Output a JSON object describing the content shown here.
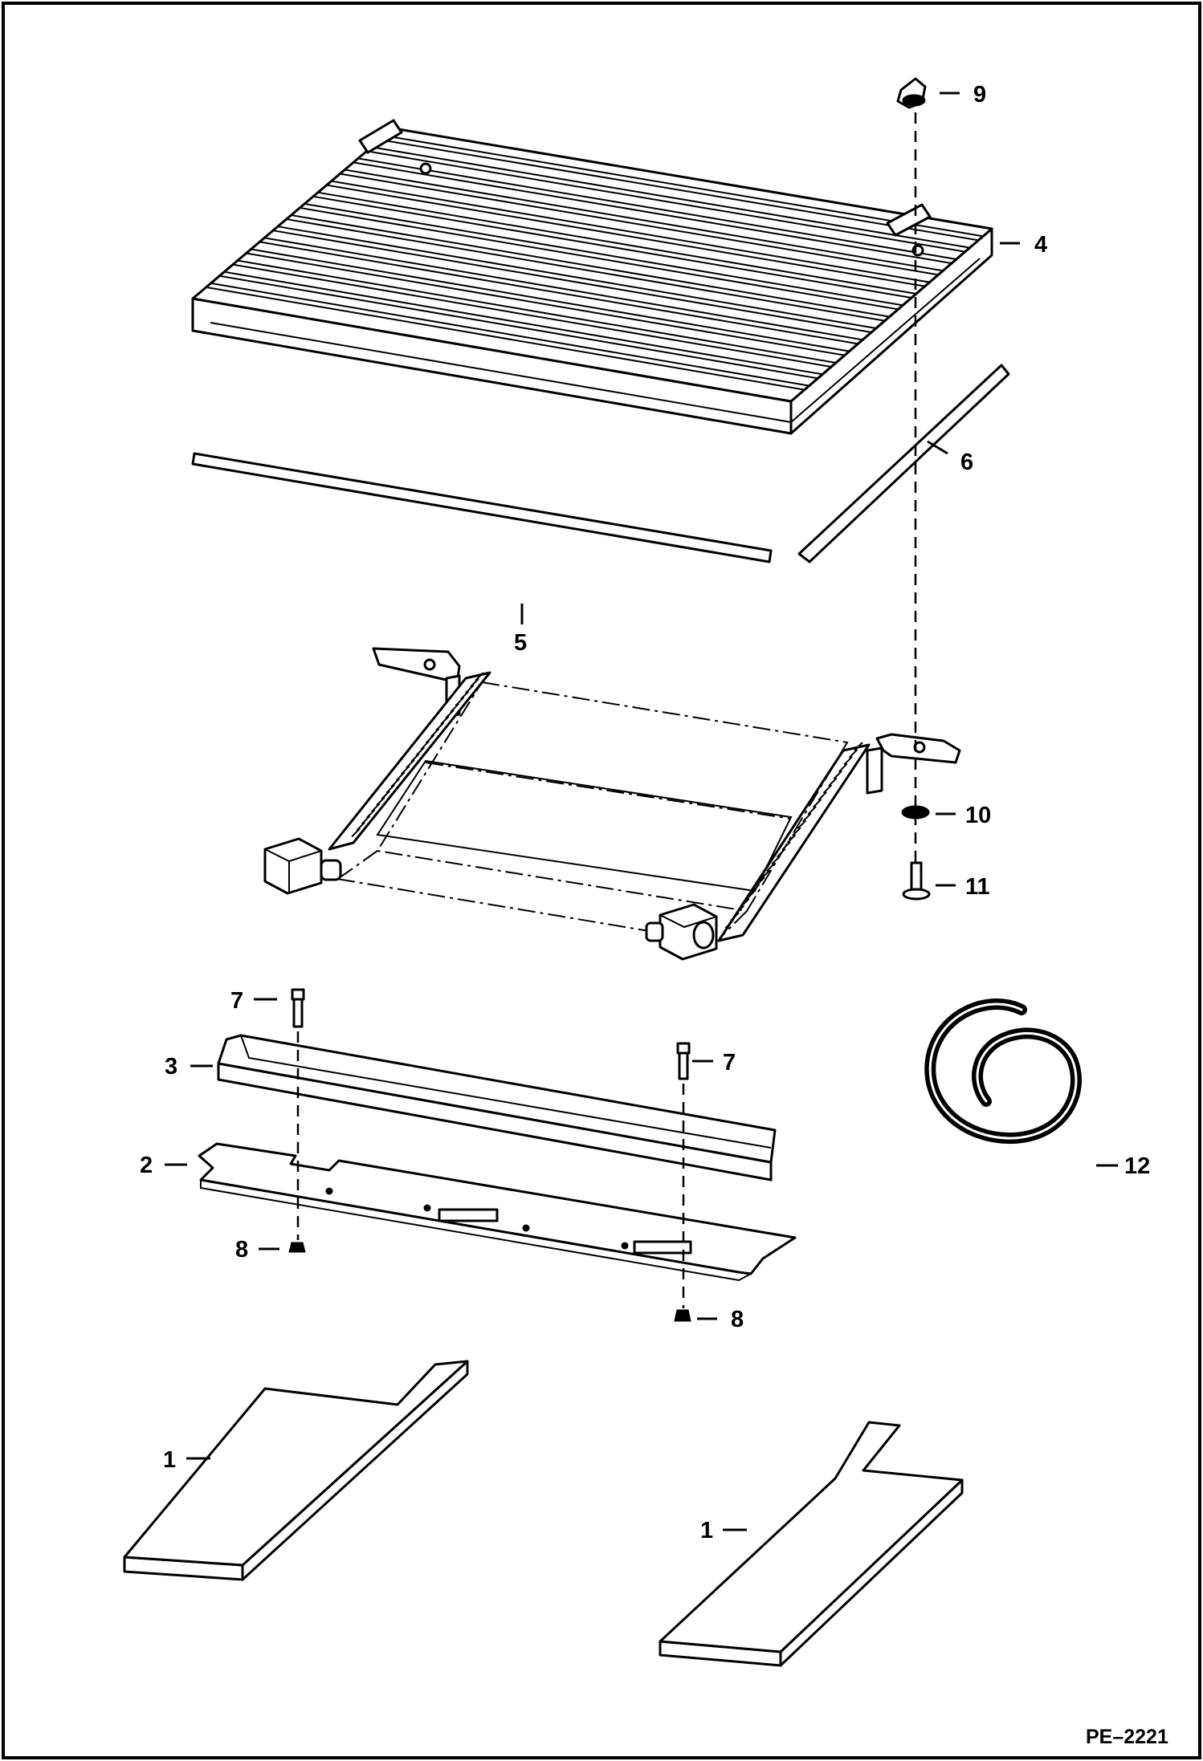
{
  "drawing_code": "PE–2221",
  "callouts": {
    "c1a": "1",
    "c1b": "1",
    "c2": "2",
    "c3": "3",
    "c4": "4",
    "c5": "5",
    "c6": "6",
    "c7a": "7",
    "c7b": "7",
    "c8a": "8",
    "c8b": "8",
    "c9": "9",
    "c10": "10",
    "c11": "11",
    "c12": "12"
  }
}
